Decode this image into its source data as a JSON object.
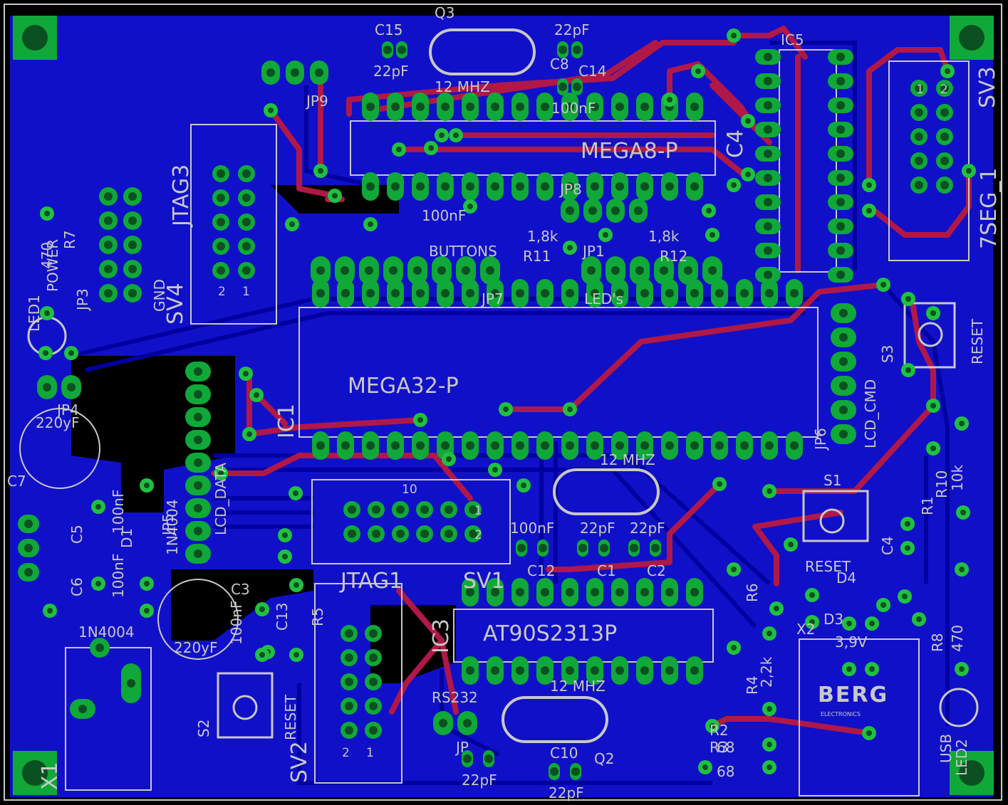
{
  "colors": {
    "board": "#1010c8",
    "bg": "#000000",
    "top": "#b01848",
    "pad": "#10a838",
    "silk": "#c8c8c8",
    "drill": "#0a5020",
    "via": "#20c040"
  },
  "chips": {
    "mega8": "MEGA8-P",
    "mega32": "MEGA32-P",
    "at90": "AT90S2313P",
    "ic1": "IC1",
    "ic3": "IC3",
    "ic5": "IC5",
    "c4_vert": "C4"
  },
  "connectors": {
    "jtag3": "JTAG3",
    "jtag1": "JTAG1",
    "sv1": "SV1",
    "sv2": "SV2",
    "sv3": "SV3",
    "sv4": "SV4",
    "seg": "7SEG_1",
    "jp1": "JP1",
    "jp3": "JP3",
    "jp4": "JP4",
    "jp6": "JP6",
    "jp7": "JP7",
    "jp8": "JP8",
    "jp9": "JP9",
    "jp": "JP",
    "jp5": "JP5",
    "lcd_data": "LCD_DATA",
    "lcd_cmd": "LCD_CMD",
    "leds": "LED's",
    "buttons": "BUTTONS",
    "rs232": "RS232",
    "gnd": "GND",
    "power": "POWER",
    "pin1": "1",
    "pin2": "2",
    "pin10": "10"
  },
  "parts": {
    "q3": "Q3",
    "q2": "Q2",
    "x1": "X1",
    "x2": "X2",
    "s1": "S1",
    "s2": "S2",
    "s3": "S3",
    "c1": "C1",
    "c2": "C2",
    "c3": "C3",
    "c5": "C5",
    "c6": "C6",
    "c7": "C7",
    "c8": "C8",
    "c10": "C10",
    "c12": "C12",
    "c13": "C13",
    "c14": "C14",
    "c15": "C15",
    "r1": "R1",
    "r2": "R2",
    "r3": "R3",
    "r4": "R4",
    "r5": "R5",
    "r6": "R6",
    "r7": "R7",
    "r8": "R8",
    "r10": "R10",
    "r11": "R11",
    "r12": "R12",
    "d1": "D1",
    "d3": "D3",
    "d4": "D4",
    "led1": "LED1",
    "led2": "LED2",
    "usb": "USB"
  },
  "values": {
    "mhz": "12 MHZ",
    "pf22": "22pF",
    "nf100": "100nF",
    "k18": "1,8k",
    "r470": "470",
    "r10k": "10k",
    "r68": "68",
    "r22k": "2,2k",
    "uf220": "220yF",
    "diode": "1N4004",
    "z39": "3,9V",
    "reset": "RESET",
    "berg": "BERG",
    "electronics": "ELECTRONICS"
  }
}
